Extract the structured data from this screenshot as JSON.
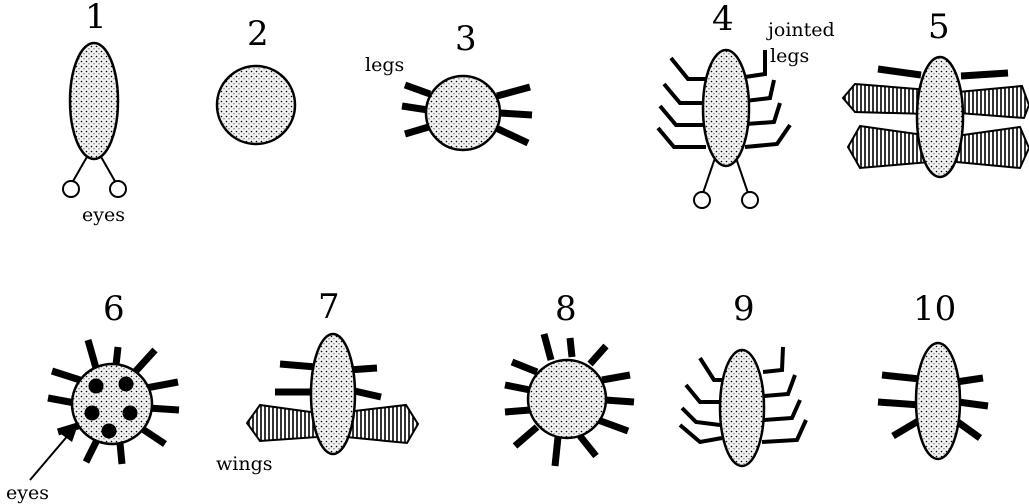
{
  "figure_numbers": [
    "1",
    "2",
    "3",
    "4",
    "5",
    "6",
    "7",
    "8",
    "9",
    "10"
  ],
  "labels": {
    "eyes_1": "eyes",
    "legs_3": "legs",
    "jointed_4a": "jointed",
    "jointed_4b": "legs",
    "eyes_6": "eyes",
    "wings_7": "wings"
  }
}
